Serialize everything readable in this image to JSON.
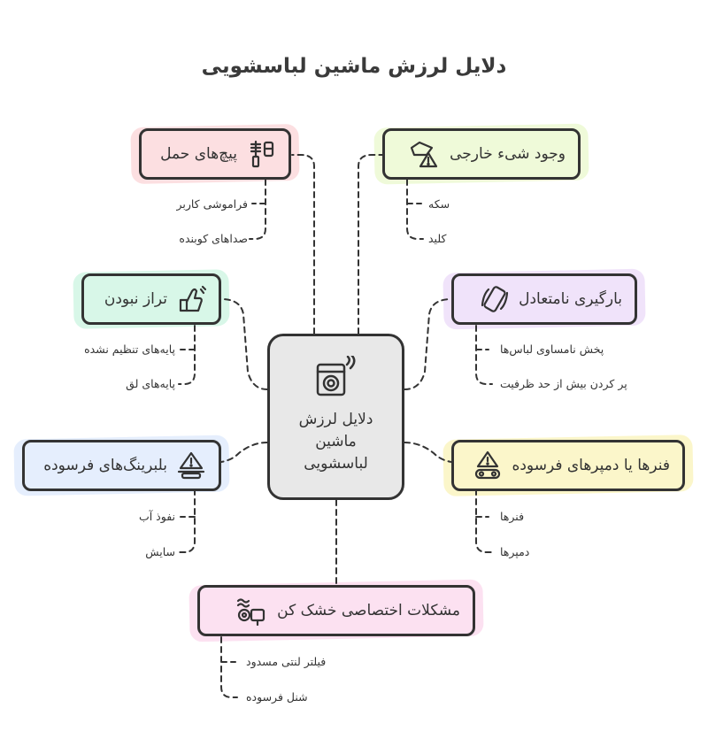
{
  "title": "دلایل لرزش ماشین لباسشویی",
  "center": {
    "label": "دلایل لرزش ماشین لباسشویی",
    "icon": "washing-machine-icon"
  },
  "branches": [
    {
      "id": "shipping-bolts",
      "label": "پیچ‌های حمل",
      "icon": "bolt-tools-icon",
      "color": "#f9c5c8",
      "items": [
        "فراموشی کاربر",
        "صداهای کوبنده"
      ]
    },
    {
      "id": "foreign-object",
      "label": "وجود شیء خارجی",
      "icon": "object-warning-icon",
      "color": "#e2f5b9",
      "items": [
        "سکه",
        "کلید"
      ]
    },
    {
      "id": "uneven-level",
      "label": "تراز نبودن",
      "icon": "leveling-hand-icon",
      "color": "#b8f0d6",
      "items": [
        "پایه‌های تنظیم نشده",
        "پایه‌های لق"
      ]
    },
    {
      "id": "unbalanced-load",
      "label": "بارگیری نامتعادل",
      "icon": "tilted-load-icon",
      "color": "#e3ccf5",
      "items": [
        "پخش نامساوی لباس‌ها",
        "پر کردن بیش از حد ظرفیت"
      ]
    },
    {
      "id": "worn-bearings",
      "label": "بلبرینگ‌های فرسوده",
      "icon": "bearing-warning-icon",
      "color": "#cfe0fb",
      "items": [
        "نفوذ آب",
        "سایش"
      ]
    },
    {
      "id": "springs-dampers",
      "label": "فنرها یا دمپرهای فرسوده",
      "icon": "spring-warning-icon",
      "color": "#f7ef9e",
      "items": [
        "فنرها",
        "دمپرها"
      ]
    },
    {
      "id": "dryer-issues",
      "label": "مشکلات اختصاصی خشک کن",
      "icon": "dryer-icon",
      "color": "#f9c8e6",
      "items": [
        "فیلتر لنتی مسدود",
        "شنل فرسوده"
      ]
    }
  ]
}
